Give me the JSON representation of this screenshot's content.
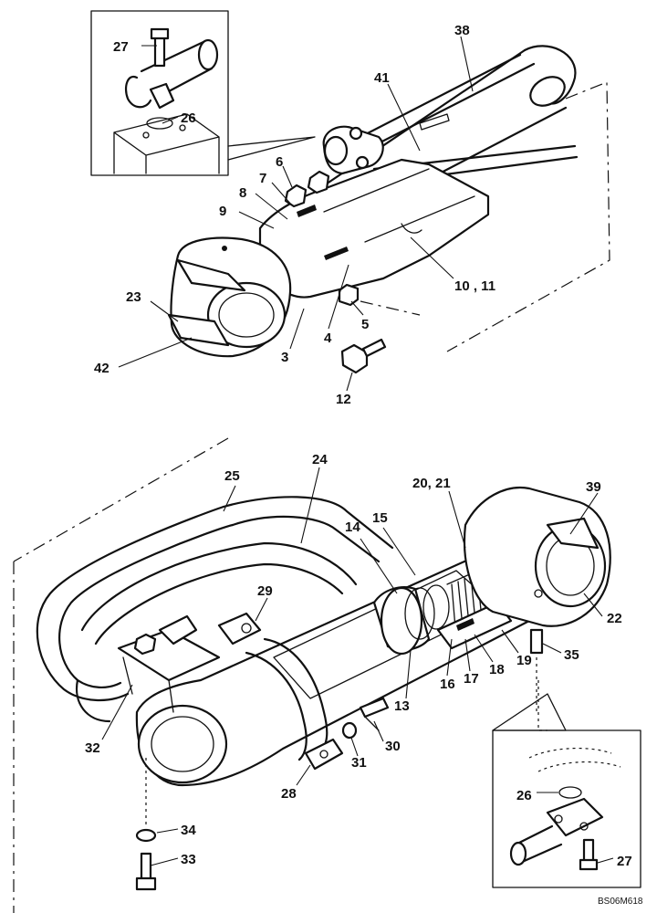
{
  "drawing_code": "BS06M618",
  "upper_callouts": [
    "27",
    "26",
    "38",
    "41",
    "6",
    "7",
    "8",
    "9",
    "10 , 11",
    "23",
    "5",
    "4",
    "3",
    "42",
    "12"
  ],
  "lower_callouts": [
    "25",
    "24",
    "20, 21",
    "39",
    "14",
    "15",
    "29",
    "22",
    "35",
    "19",
    "18",
    "17",
    "16",
    "13",
    "32",
    "30",
    "31",
    "28"
  ],
  "detail_callouts": [
    "26",
    "27"
  ],
  "bolt_callouts": [
    "34",
    "33"
  ]
}
